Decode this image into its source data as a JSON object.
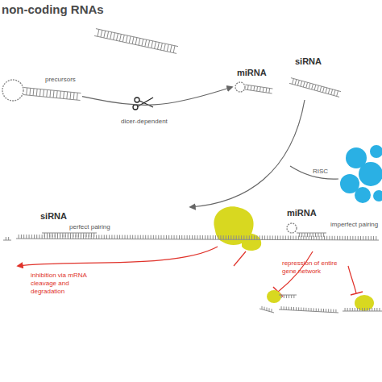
{
  "diagram": {
    "title": "non-coding RNAs",
    "nodes": [
      {
        "text": [
          "precursors"
        ]
      },
      {
        "text": [
          "miRNA"
        ]
      },
      {
        "text": [
          "siRNA"
        ]
      },
      {
        "text": [
          "RISC"
        ]
      }
    ],
    "edges": [
      {
        "from": 0,
        "to": 1,
        "label": "dicer-dependent",
        "arrow": "to"
      }
    ],
    "labels": [
      "siRNA",
      "perfect pairing",
      "miRNA",
      "imperfect pairing",
      "inhibition via mRNA cleavage and degradation",
      "repression of entire gene network"
    ]
  }
}
